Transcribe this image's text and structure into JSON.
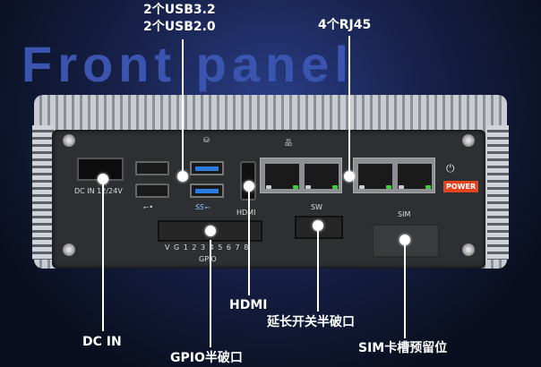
{
  "background_title": "Front panel",
  "callouts": {
    "usb": [
      "2个USB3.2",
      "2个USB2.0"
    ],
    "rj45": "4个RJ45",
    "hdmi": "HDMI",
    "switch": "延长开关半破口",
    "dc_in": "DC IN",
    "gpio": "GPIO半破口",
    "sim": "SIM卡槽预留位"
  },
  "panel_labels": {
    "dc_in": "DC IN 12/24V",
    "hdmi": "HDMI",
    "sw": "SW",
    "sim": "SIM",
    "power": "POWER",
    "gpio_pins": "V G 1 2 3 4 5 6 7 8",
    "gpio": "GPIO",
    "usb2_logo": "⭠•",
    "usb3_logo": "SS⭠"
  },
  "colors": {
    "usb3_port": "#2a7de0",
    "power_badge": "#e34320",
    "lan_led": "#3ccf3c"
  }
}
